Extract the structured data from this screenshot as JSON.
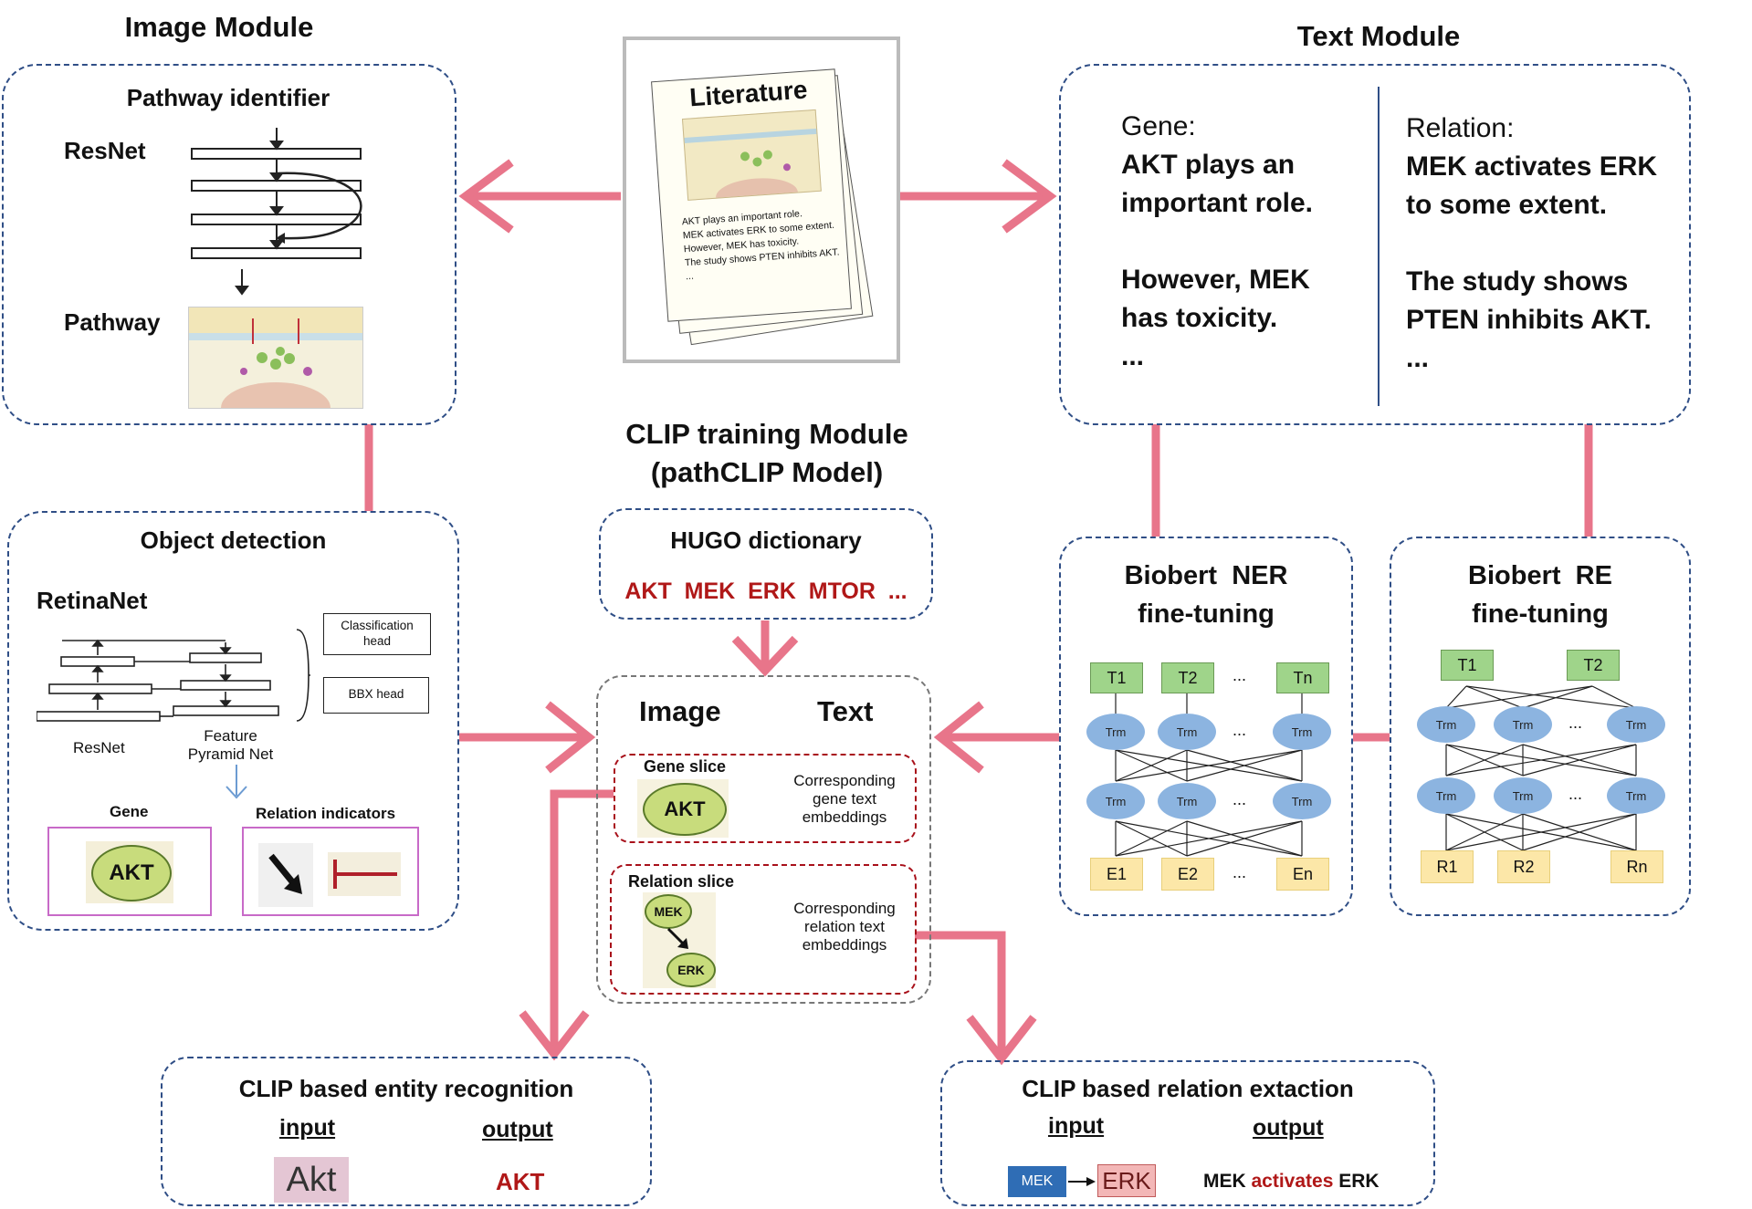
{
  "image_module": {
    "title": "Image Module",
    "pathway_identifier": "Pathway identifier",
    "resnet": "ResNet",
    "pathway": "Pathway"
  },
  "literature": {
    "title": "Literature",
    "lines": [
      "AKT plays an important role.",
      "MEK activates ERK to some extent.",
      "However, MEK has toxicity.",
      "The study shows PTEN inhibits AKT.",
      "..."
    ]
  },
  "text_module": {
    "title": "Text Module",
    "gene_label": "Gene:",
    "gene_lines": [
      "AKT plays an",
      "important role.",
      "",
      "However, MEK",
      "has toxicity.",
      "..."
    ],
    "relation_label": "Relation:",
    "relation_lines": [
      "MEK activates ERK",
      "to some extent.",
      "",
      "The study shows",
      "PTEN inhibits AKT.",
      "..."
    ]
  },
  "clip_module": {
    "title_line1": "CLIP training Module",
    "title_line2": "(pathCLIP Model)",
    "hugo_title": "HUGO dictionary",
    "hugo_genes": "AKT  MEK  ERK  MTOR  ...",
    "image_label": "Image",
    "text_label": "Text",
    "gene_slice": "Gene slice",
    "gene_slice_gene": "AKT",
    "gene_embed": [
      "Corresponding",
      "gene text",
      "embeddings"
    ],
    "relation_slice": "Relation slice",
    "relation_node_a": "MEK",
    "relation_node_b": "ERK",
    "relation_embed": [
      "Corresponding",
      "relation text",
      "embeddings"
    ]
  },
  "object_detection": {
    "title": "Object detection",
    "retinanet": "RetinaNet",
    "classification_head": [
      "Classification",
      "head"
    ],
    "bbx_head": "BBX head",
    "resnet": "ResNet",
    "fpn": [
      "Feature",
      "Pyramid Net"
    ],
    "gene_label": "Gene",
    "gene_name": "AKT",
    "relation_label": "Relation indicators"
  },
  "ner": {
    "title_line1": "Biobert  NER",
    "title_line2": "fine-tuning",
    "top": [
      "T1",
      "T2",
      "...",
      "Tn"
    ],
    "mid": [
      "Trm",
      "Trm",
      "...",
      "Trm"
    ],
    "bottom": [
      "E1",
      "E2",
      "...",
      "En"
    ]
  },
  "re": {
    "title_line1": "Biobert  RE",
    "title_line2": "fine-tuning",
    "top": [
      "T1",
      "T2"
    ],
    "mid": [
      "Trm",
      "Trm",
      "...",
      "Trm"
    ],
    "bottom": [
      "R1",
      "R2",
      "Rn"
    ]
  },
  "entity": {
    "title": "CLIP based entity recognition",
    "input": "input",
    "output": "output",
    "input_image_text": "Akt",
    "output_value": "AKT"
  },
  "relation_ex": {
    "title": "CLIP based relation extaction",
    "input": "input",
    "output": "output",
    "mek": "MEK",
    "erk": "ERK",
    "out_a": "MEK ",
    "out_verb": "activates",
    "out_b": " ERK"
  },
  "colors": {
    "arrow": "#e8758a",
    "dash_blue": "#2f4e86",
    "dash_red": "#a8101a",
    "highlight_red": "#b01818"
  }
}
